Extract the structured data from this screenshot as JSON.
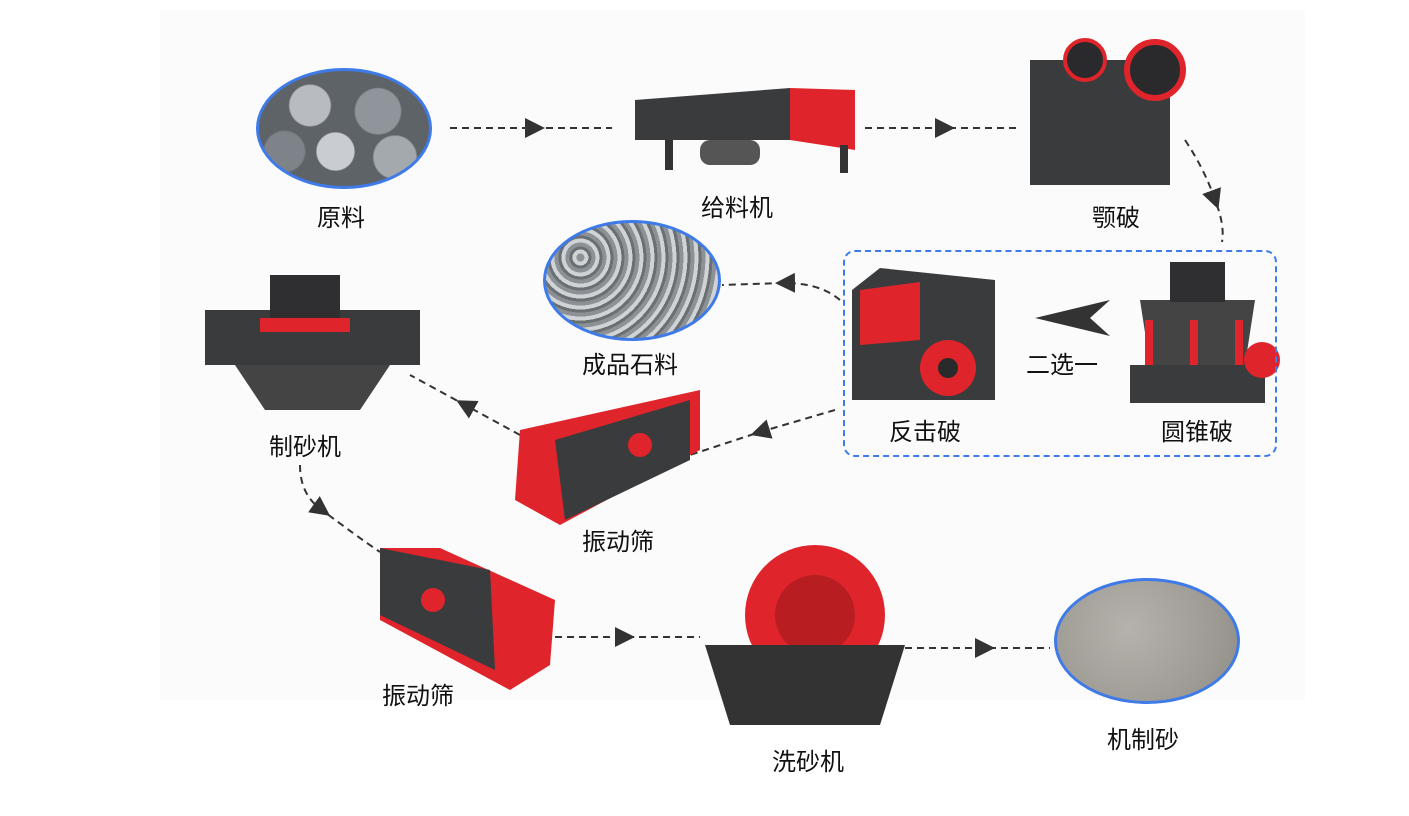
{
  "nodes": {
    "raw_material": "原料",
    "feeder": "给料机",
    "jaw_crusher": "颚破",
    "finished_stone": "成品石料",
    "impact_crusher": "反击破",
    "choose_one": "二选一",
    "cone_crusher": "圆锥破",
    "sand_maker": "制砂机",
    "vibrating_screen_1": "振动筛",
    "vibrating_screen_2": "振动筛",
    "sand_washer": "洗砂机",
    "manufactured_sand": "机制砂"
  },
  "colors": {
    "accent_blue": "#3f7be8",
    "machine_red": "#e0242b",
    "machine_dark": "#3a3b3d",
    "arrow": "#333333"
  }
}
